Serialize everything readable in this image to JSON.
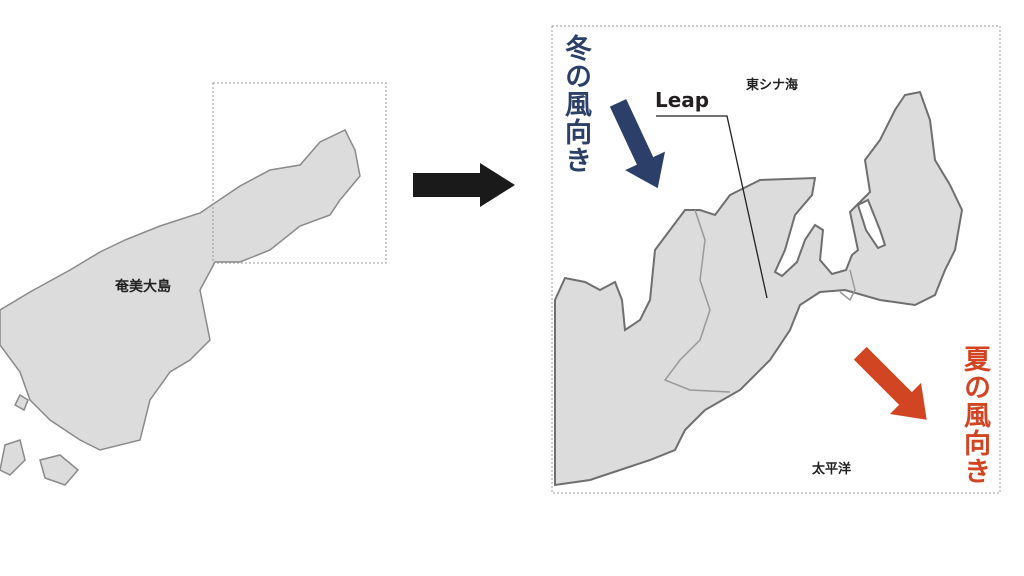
{
  "left_map": {
    "island_label": "奄美大島"
  },
  "right_map": {
    "north_sea_label": "東シナ海",
    "south_sea_label": "太平洋",
    "pointer_label": "Leap",
    "winter_wind_label": "冬の風向き",
    "summer_wind_label": "夏の風向き"
  },
  "colors": {
    "land": "#dcdcdc",
    "coast": "#777777",
    "winter": "#2b3f68",
    "summer": "#d14522",
    "arrow": "#1a1a1a"
  }
}
